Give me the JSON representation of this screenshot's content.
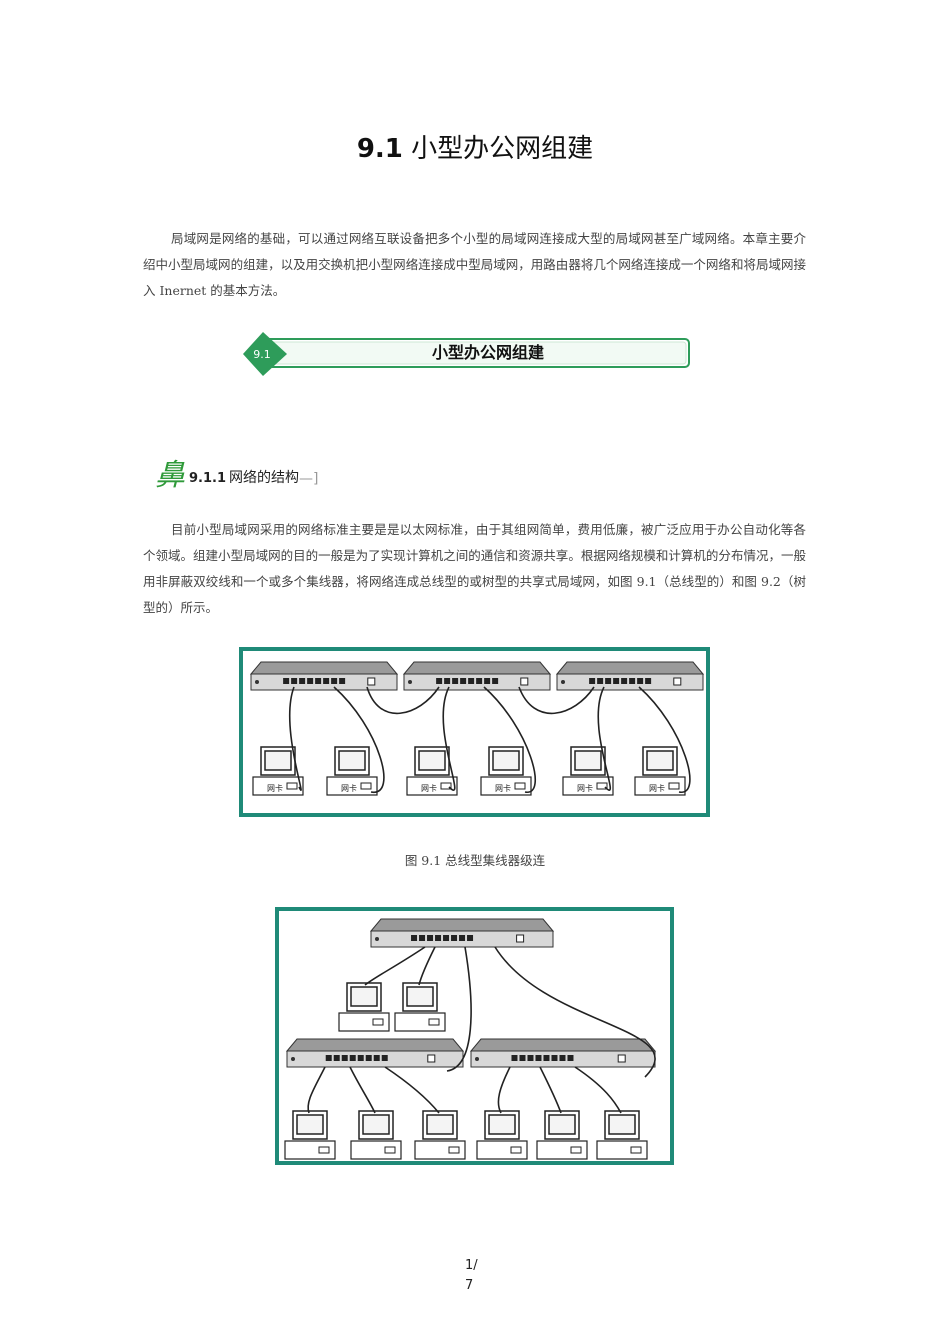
{
  "document": {
    "title_num": "9.1",
    "title_text": "小型办公网组建",
    "intro": "局域网是网络的基础，可以通过网络互联设备把多个小型的局域网连接成大型的局域网甚至广域网络。本章主要介绍中小型局域网的组建，以及用交换机把小型网络连接成中型局域网，用路由器将几个网络连接成一个网络和将局域网接入 Inernet 的基本方法。",
    "banner": {
      "number": "9.1",
      "label": "小型办公网组建",
      "accent": "#2e9c5a"
    },
    "subsection": {
      "mark": "鼻",
      "number": "9.1.1",
      "text": "网络的结构",
      "dash": "—]"
    },
    "body": "目前小型局域网采用的网络标准主要是是以太网标准，由于其组网简单，费用低廉，被广泛应用于办公自动化等各个领域。组建小型局域网的目的一般是为了实现计算机之间的通信和资源共享。根据网络规模和计算机的分布情况，一般用非屏蔽双绞线和一个或多个集线器，将网络连成总线型的或树型的共享式局域网，如图 9.1（总线型的）和图 9.2（树型的）所示。",
    "figure1": {
      "caption": "图 9.1 总线型集线器级连",
      "card_label": "网卡",
      "frame_color": "#1f8a78"
    },
    "figure2": {
      "frame_color": "#1f8a78"
    },
    "page": {
      "current": "1/",
      "total": "7"
    }
  }
}
